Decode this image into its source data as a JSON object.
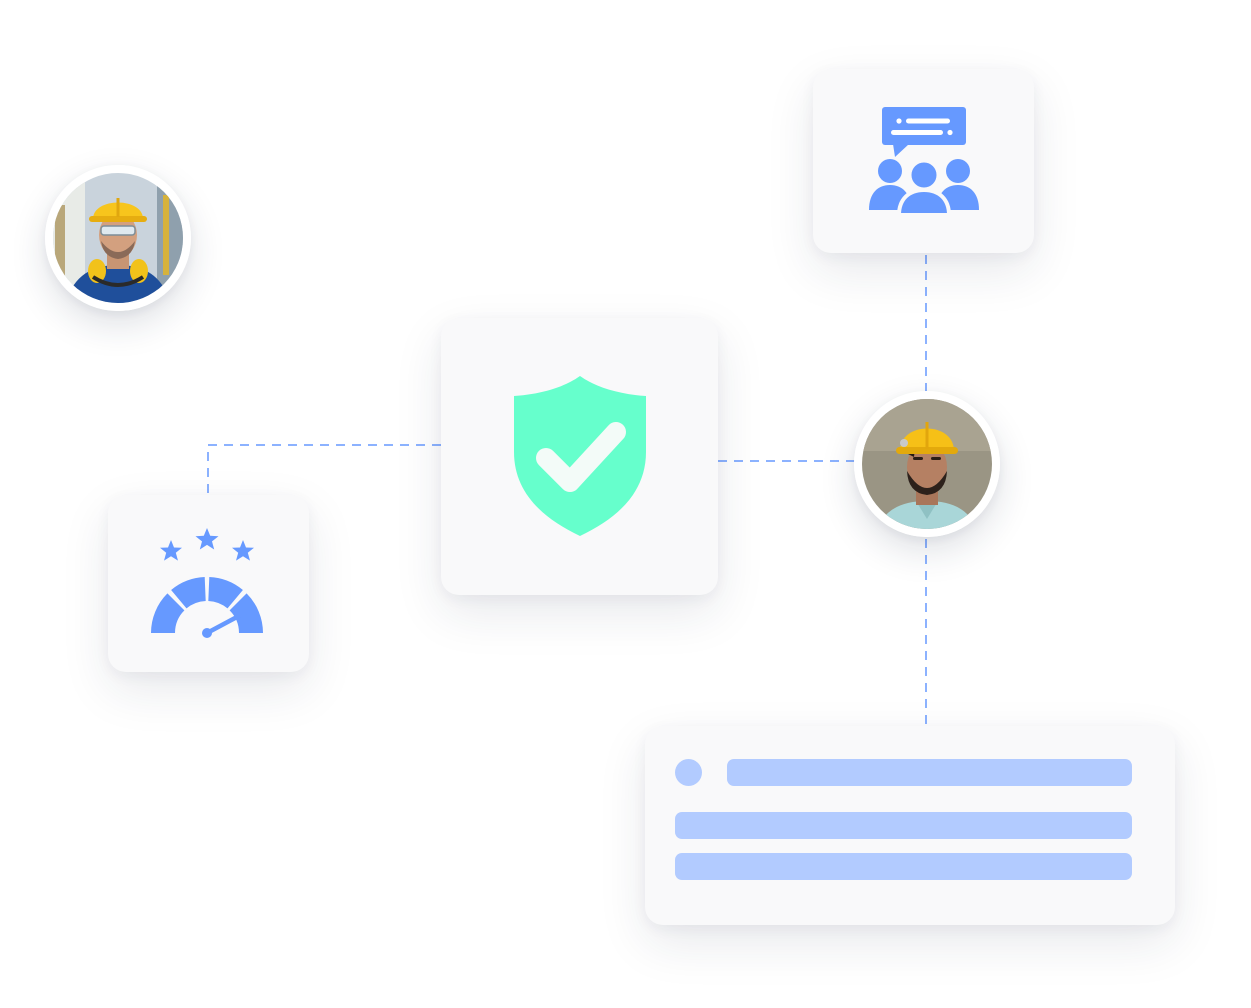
{
  "colors": {
    "accent_blue": "#6699ff",
    "shield_green": "#66ffcc",
    "skeleton_blue": "#b2cbff",
    "card_bg": "#f9f9fa",
    "connector": "#6699ff"
  },
  "icons": {
    "meeting": "team-meeting-icon",
    "shield": "shield-check-icon",
    "gauge": "rating-gauge-icon"
  },
  "avatars": [
    {
      "name": "worker-avatar-1",
      "description_icon": "hard-hat-worker-with-earmuffs"
    },
    {
      "name": "worker-avatar-2",
      "description_icon": "hard-hat-worker-portrait"
    }
  ],
  "list_card": {
    "rows": 3
  }
}
